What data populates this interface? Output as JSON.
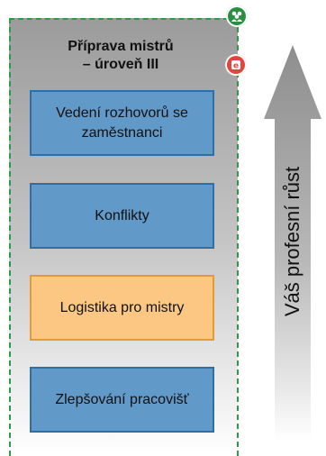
{
  "panel": {
    "title_line1": "Příprava mistrů",
    "title_line2": "– úroveň III"
  },
  "boxes": [
    {
      "label": "Vedení rozhovorů se zaměstnanci",
      "color": "#6199c8"
    },
    {
      "label": "Konflikty",
      "color": "#6199c8"
    },
    {
      "label": "Logistika pro mistry",
      "color": "#fbc783"
    },
    {
      "label": "Zlepšování pracovišť",
      "color": "#6199c8"
    }
  ],
  "arrow": {
    "label": "Váš profesní růst"
  },
  "icons": {
    "top": "people-group-icon",
    "elearning": "e-learning-icon"
  },
  "colors": {
    "dashed_border": "#2e9a48",
    "box_blue": "#6199c8",
    "box_orange": "#fbc783",
    "arrow_gray": "#9a9a9a"
  }
}
